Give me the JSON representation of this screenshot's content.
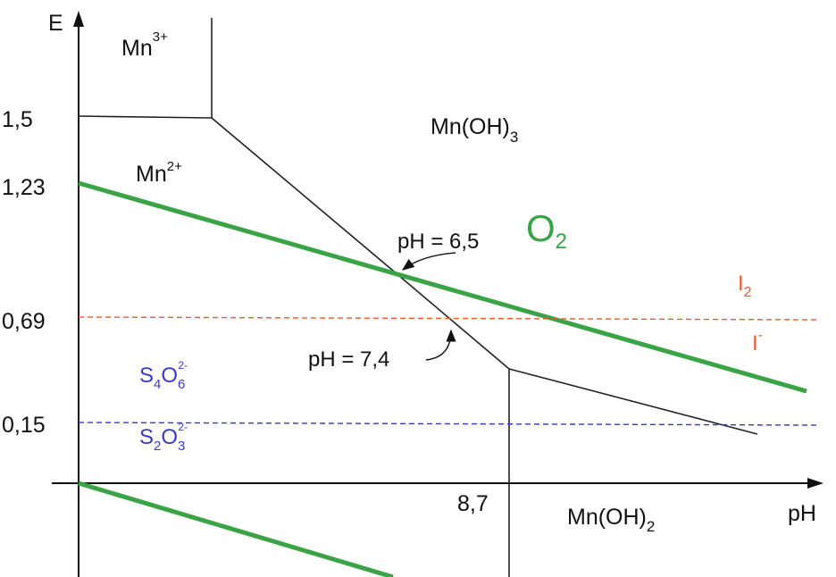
{
  "axes": {
    "y_label": "E",
    "x_label": "pH",
    "y_ticks": [
      "1,5",
      "1,23",
      "0,69",
      "0,15"
    ],
    "x_ticks": [
      "8,7"
    ]
  },
  "species": {
    "mn3": {
      "base": "Mn",
      "sup": "3+"
    },
    "mn2": {
      "base": "Mn",
      "sup": "2+"
    },
    "mnoh3": {
      "base": "Mn(OH)",
      "sub": "3"
    },
    "mnoh2": {
      "base": "Mn(OH)",
      "sub": "2"
    },
    "o2": {
      "base": "O",
      "sub": "2"
    },
    "i2": {
      "base": "I",
      "sub": "2"
    },
    "iminus": {
      "base": "I",
      "sup": "-"
    },
    "s4o6": {
      "s": "S",
      "s_sub": "4",
      "o": "O",
      "o_sub": "6",
      "o_sup": "2-"
    },
    "s2o3": {
      "s": "S",
      "s_sub": "2",
      "o": "O",
      "o_sub": "3",
      "o_sup": "2-"
    }
  },
  "annotations": {
    "ph65": "pH = 6,5",
    "ph74": "pH = 7,4"
  },
  "colors": {
    "axis": "#111111",
    "mn_lines": "#222222",
    "water": "#3aa346",
    "iodine": "#f05a28",
    "thiosulfate": "#3a3ac8"
  }
}
